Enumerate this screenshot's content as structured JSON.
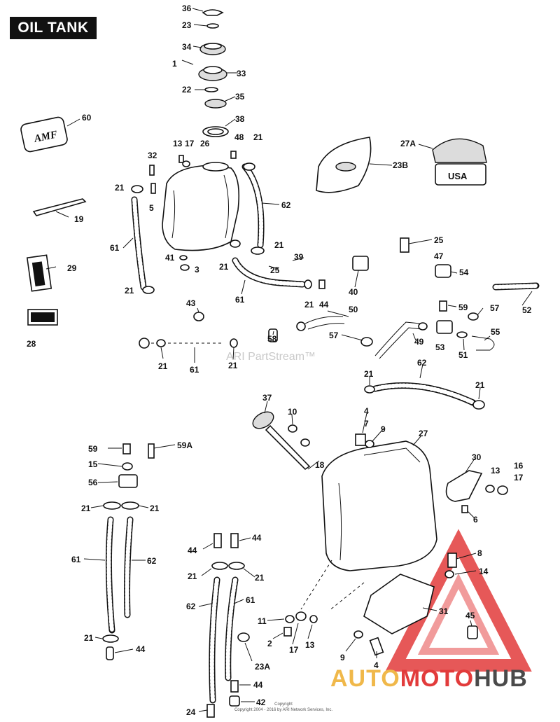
{
  "title": "OIL TANK",
  "watermark": "ARI PartStream™",
  "brand": {
    "part1": "AUTO",
    "part2": "MOTO",
    "part3": "HUB"
  },
  "copyright": {
    "line1": "Copyright",
    "line2": "Copyright 2004 - 2016 by ARI Network Services, Inc."
  },
  "badge_text": {
    "amf": "AMF",
    "usa": "USA"
  },
  "colors": {
    "brand_auto": "#f0b84a",
    "brand_moto": "#e23b3b",
    "brand_hub": "#4a4a4a",
    "logo_red": "#e23b3b"
  },
  "callouts": [
    "36",
    "23",
    "34",
    "1",
    "33",
    "22",
    "35",
    "38",
    "60",
    "27A",
    "13",
    "17",
    "26",
    "48",
    "21",
    "32",
    "23B",
    "21",
    "5",
    "19",
    "62",
    "25",
    "47",
    "61",
    "21",
    "39",
    "41",
    "3",
    "21",
    "25",
    "29",
    "54",
    "21",
    "40",
    "21",
    "44",
    "61",
    "52",
    "59",
    "43",
    "50",
    "57",
    "28",
    "57",
    "49",
    "53",
    "55",
    "51",
    "21",
    "61",
    "21",
    "58",
    "62",
    "21",
    "21",
    "37",
    "10",
    "4",
    "7",
    "9",
    "27",
    "18",
    "59",
    "59A",
    "15",
    "30",
    "13",
    "16",
    "17",
    "56",
    "21",
    "21",
    "6",
    "44",
    "44",
    "8",
    "61",
    "62",
    "21",
    "21",
    "14",
    "62",
    "61",
    "31",
    "11",
    "45",
    "21",
    "44",
    "2",
    "17",
    "13",
    "9",
    "23A",
    "4",
    "44",
    "24",
    "42"
  ]
}
